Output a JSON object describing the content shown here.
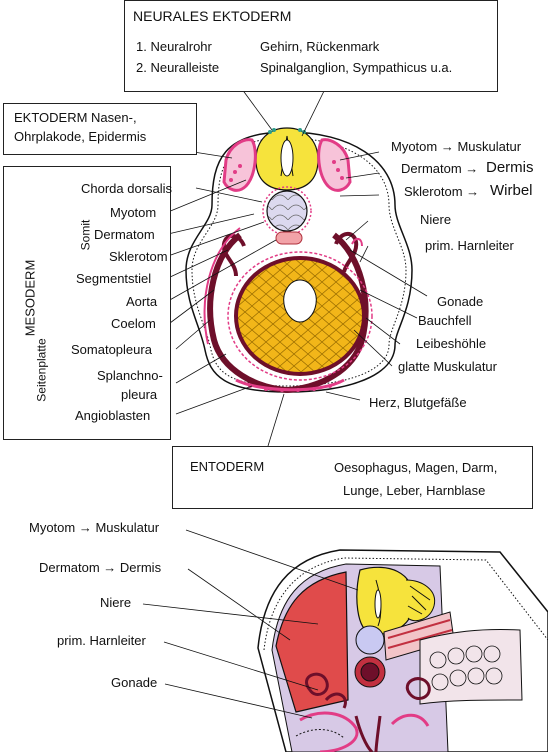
{
  "neural_box": {
    "title": "NEURALES EKTODERM",
    "row1_left": "1. Neuralrohr",
    "row1_right": "Gehirn, Rückenmark",
    "row2_left": "2. Neuralleiste",
    "row2_right": "Spinalganglion, Sympathicus u.a."
  },
  "ecto_box": {
    "line1": "EKTODERM Nasen-,",
    "line2": "Ohrplakode, Epidermis"
  },
  "meso_box": {
    "title": "MESODERM",
    "somit": "Somit",
    "seitenplatte": "Seitenplatte",
    "chorda": "Chorda dorsalis",
    "myotom": "Myotom",
    "dermatom": "Dermatom",
    "sklerotom": "Sklerotom",
    "segmentstiel": "Segmentstiel",
    "aorta": "Aorta",
    "coelom": "Coelom",
    "somatopleura": "Somatopleura",
    "splanchno1": "Splanchno-",
    "splanchno2": "pleura",
    "angioblasten": "Angioblasten"
  },
  "right_labels": {
    "myotom": "Myotom → Muskulatur",
    "dermatom_a": "Dermatom →",
    "dermatom_b": "Dermis",
    "sklerotom_a": "Sklerotom →",
    "sklerotom_b": "Wirbel",
    "niere": "Niere",
    "harnleiter": "prim. Harnleiter",
    "gonade": "Gonade",
    "bauchfell": "Bauchfell",
    "leibeshoehle": "Leibeshöhle",
    "muskulatur": "glatte Muskulatur",
    "herz": "Herz, Blutgefäße"
  },
  "ento_box": {
    "title": "ENTODERM",
    "line1": "Oesophagus, Magen, Darm,",
    "line2": "Lunge, Leber, Harnblase"
  },
  "lower_labels": {
    "myotom": "Myotom → Muskulatur",
    "dermatom": "Dermatom → Dermis",
    "niere": "Niere",
    "harnleiter": "prim. Harnleiter",
    "gonade": "Gonade"
  },
  "colors": {
    "maroon": "#6e0f2a",
    "pink": "#e23c86",
    "yolk": "#f2b619",
    "neural_yellow": "#f6e33c",
    "notochord": "#c9c9f2",
    "red": "#e04b4b",
    "lavender": "#d7c9e6"
  }
}
